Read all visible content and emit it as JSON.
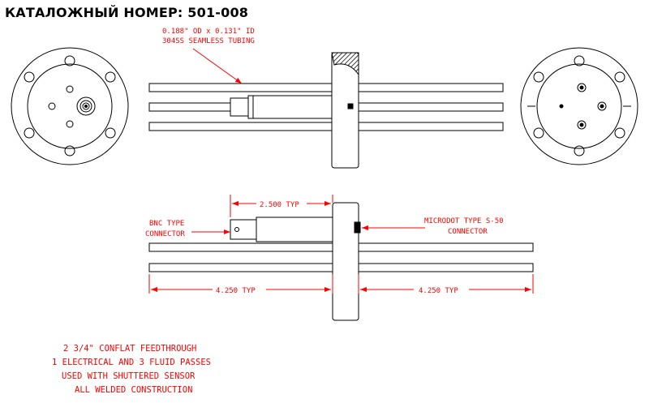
{
  "header": {
    "catalog_title": "КАТАЛОЖНЫЙ НОМЕР: 501-008"
  },
  "callouts": {
    "tubing_line1": "0.188\" OD x 0.131\" ID",
    "tubing_line2": "304SS SEAMLESS TUBING",
    "bnc_line1": "BNC TYPE",
    "bnc_line2": "CONNECTOR",
    "microdot_line1": "MICRODOT TYPE S-50",
    "microdot_line2": "CONNECTOR"
  },
  "dimensions": {
    "connector_length": "2.500 TYP",
    "left_length": "4.250 TYP",
    "right_length": "4.250 TYP"
  },
  "notes": [
    "2 3/4\" CONFLAT FEEDTHROUGH",
    "1 ELECTRICAL AND 3 FLUID PASSES",
    "USED WITH SHUTTERED SENSOR",
    "ALL WELDED CONSTRUCTION"
  ],
  "colors": {
    "line": "#000000",
    "dimension": "#ff0000",
    "hatch": "#000000"
  }
}
